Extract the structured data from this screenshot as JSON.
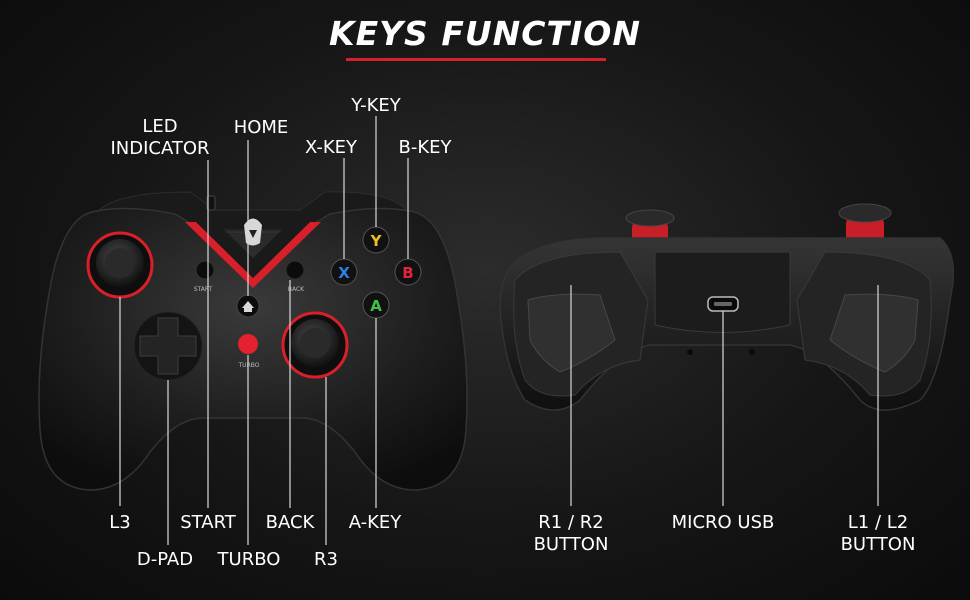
{
  "title": "KEYS FUNCTION",
  "colors": {
    "accent_red": "#d8202a",
    "background": "#141414",
    "y_key": "#e8c022",
    "x_key": "#2f7fe6",
    "b_key": "#e0263a",
    "a_key": "#3ec24a"
  },
  "front_labels": {
    "led_indicator": [
      "LED",
      "INDICATOR"
    ],
    "home": "HOME",
    "y_key": "Y-KEY",
    "x_key": "X-KEY",
    "b_key": "B-KEY",
    "l3": "L3",
    "start": "START",
    "back": "BACK",
    "a_key": "A-KEY",
    "d_pad": "D-PAD",
    "turbo": "TURBO",
    "r3": "R3"
  },
  "controller_print": {
    "start": "START",
    "back": "BACK",
    "turbo": "TURBO",
    "y": "Y",
    "x": "X",
    "b": "B",
    "a": "A"
  },
  "back_labels": {
    "r1_r2": [
      "R1 / R2",
      "BUTTON"
    ],
    "micro_usb": "MICRO USB",
    "l1_l2": [
      "L1 / L2",
      "BUTTON"
    ]
  },
  "icons": {
    "home_button": "home-icon",
    "brand_logo": "logo-icon"
  }
}
